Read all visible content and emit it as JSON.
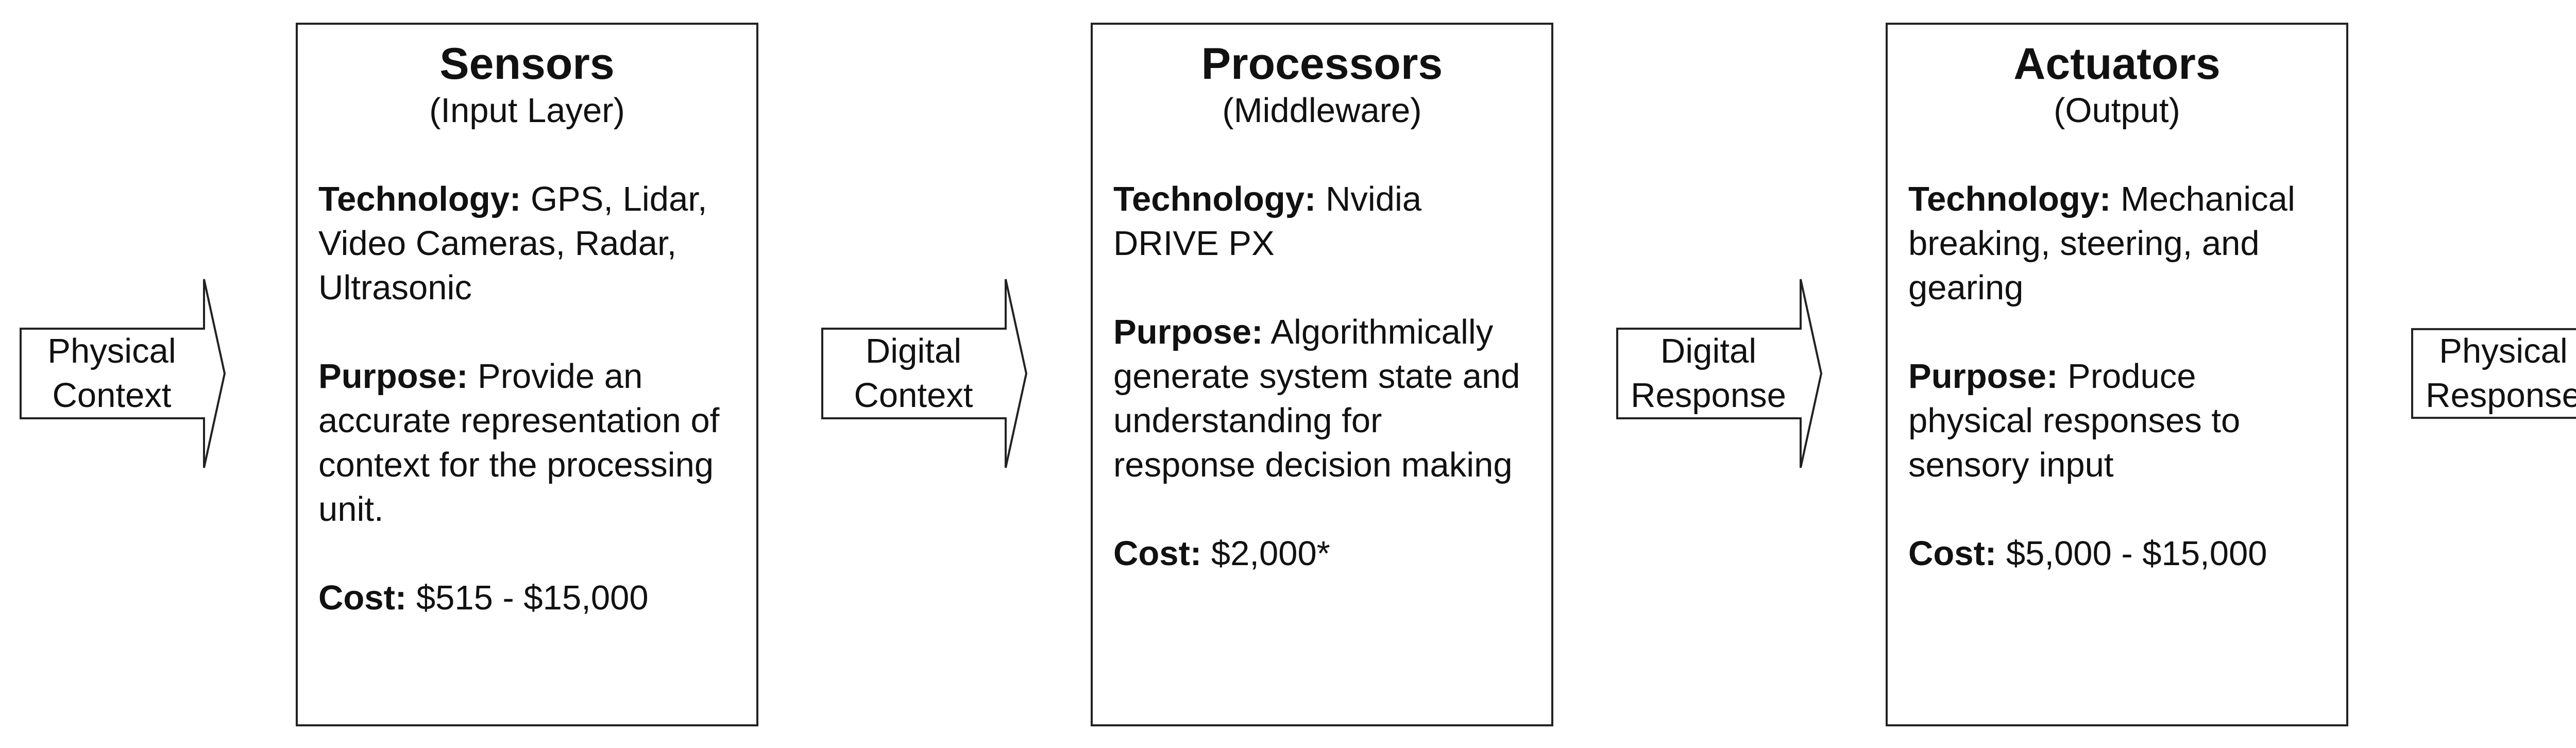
{
  "flow": [
    {
      "type": "arrow",
      "id": "physical-context",
      "label_lines": [
        "Physical",
        "Context"
      ]
    },
    {
      "type": "box",
      "id": "sensors",
      "title": "Sensors",
      "subtitle": "(Input Layer)",
      "technology_label": "Technology:",
      "technology": "GPS, Lidar, Video Cameras, Radar, Ultrasonic",
      "purpose_label": "Purpose:",
      "purpose": "Provide an accurate representation of context for the processing unit.",
      "cost_label": "Cost:",
      "cost": "$515 - $15,000"
    },
    {
      "type": "arrow",
      "id": "digital-context",
      "label_lines": [
        "Digital",
        "Context"
      ]
    },
    {
      "type": "box",
      "id": "processors",
      "title": "Processors",
      "subtitle": "(Middleware)",
      "technology_label": "Technology:",
      "technology": "Nvidia DRIVE PX",
      "purpose_label": "Purpose:",
      "purpose": "Algorithmically generate system state and understanding for response decision making",
      "cost_label": "Cost:",
      "cost": "$2,000*"
    },
    {
      "type": "arrow",
      "id": "digital-response",
      "label_lines": [
        "Digital",
        "Response"
      ]
    },
    {
      "type": "box",
      "id": "actuators",
      "title": "Actuators",
      "subtitle": "(Output)",
      "technology_label": "Technology:",
      "technology": "Mechanical breaking, steering, and gearing",
      "purpose_label": "Purpose:",
      "purpose": "Produce physical responses to sensory input",
      "cost_label": "Cost:",
      "cost": "$5,000 - $15,000"
    },
    {
      "type": "arrow",
      "id": "physical-response",
      "label_lines": [
        "Physical",
        "Response"
      ]
    }
  ],
  "colors": {
    "stroke": "#222222",
    "fill": "#ffffff",
    "text": "#111111"
  }
}
